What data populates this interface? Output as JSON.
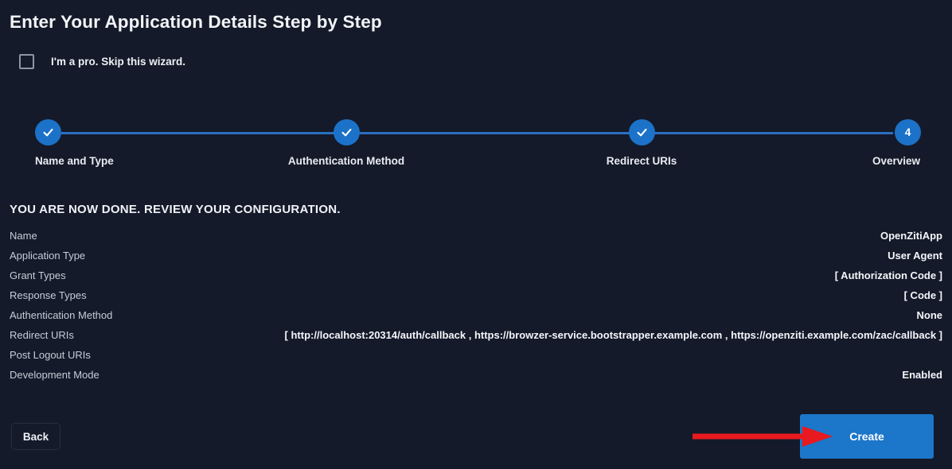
{
  "page": {
    "title": "Enter Your Application Details Step by Step",
    "background_color": "#141a29"
  },
  "skip_wizard": {
    "label": "I'm a pro. Skip this wizard.",
    "checked": false
  },
  "stepper": {
    "accent_color": "#1c72c8",
    "line_color": "#2a6fc0",
    "steps": [
      {
        "label": "Name and Type",
        "state": "complete",
        "marker": "check"
      },
      {
        "label": "Authentication Method",
        "state": "complete",
        "marker": "check"
      },
      {
        "label": "Redirect URIs",
        "state": "complete",
        "marker": "check"
      },
      {
        "label": "Overview",
        "state": "current",
        "marker": "4"
      }
    ]
  },
  "review": {
    "heading": "YOU ARE NOW DONE. REVIEW YOUR CONFIGURATION.",
    "rows": [
      {
        "label": "Name",
        "value": "OpenZitiApp"
      },
      {
        "label": "Application Type",
        "value": "User Agent"
      },
      {
        "label": "Grant Types",
        "value": "[ Authorization Code ]"
      },
      {
        "label": "Response Types",
        "value": "[ Code ]"
      },
      {
        "label": "Authentication Method",
        "value": "None"
      },
      {
        "label": "Redirect URIs",
        "value": "[ http://localhost:20314/auth/callback , https://browzer-service.bootstrapper.example.com , https://openziti.example.com/zac/callback ]"
      },
      {
        "label": "Post Logout URIs",
        "value": ""
      },
      {
        "label": "Development Mode",
        "value": "Enabled"
      }
    ]
  },
  "footer": {
    "back_label": "Back",
    "create_label": "Create",
    "create_color": "#1c76c9"
  },
  "annotation": {
    "arrow_color": "#e8191f",
    "points_to": "Create"
  }
}
